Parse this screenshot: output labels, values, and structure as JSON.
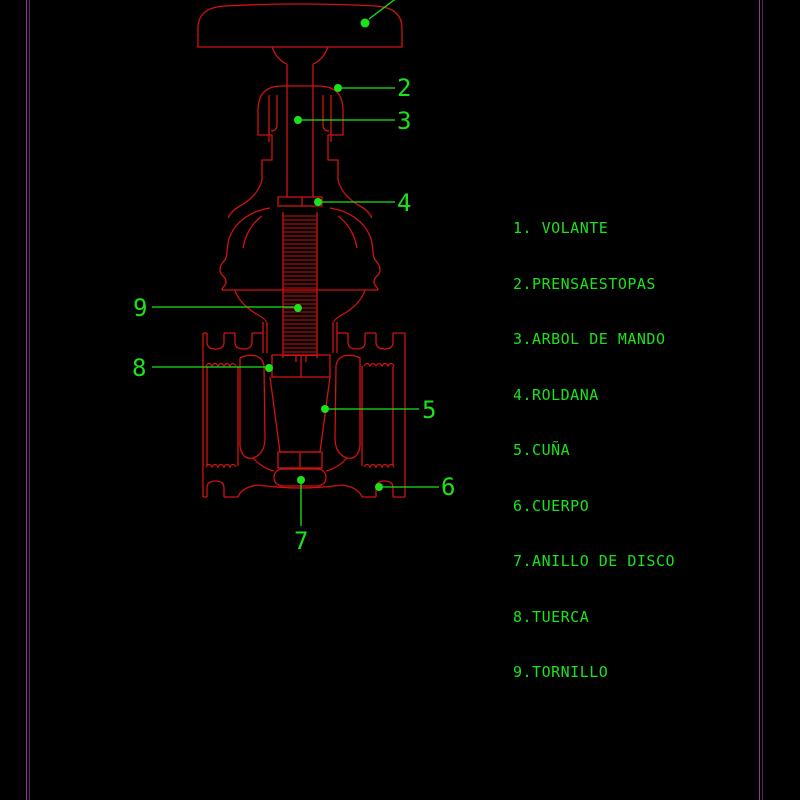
{
  "colors": {
    "background": "#000000",
    "line_red": "#d01212",
    "annotation_green": "#1be31b",
    "border_magenta_bright": "#8d3a96",
    "border_magenta_dark": "#5d2766"
  },
  "legend": {
    "items": [
      {
        "text": "1. VOLANTE"
      },
      {
        "text": "2.PRENSAESTOPAS"
      },
      {
        "text": "3.ARBOL DE MANDO"
      },
      {
        "text": "4.ROLDANA"
      },
      {
        "text": "5.CUÑA"
      },
      {
        "text": "6.CUERPO"
      },
      {
        "text": "7.ANILLO DE DISCO"
      },
      {
        "text": "8.TUERCA"
      },
      {
        "text": "9.TORNILLO"
      }
    ]
  },
  "callouts": [
    {
      "label": "2"
    },
    {
      "label": "3"
    },
    {
      "label": "4"
    },
    {
      "label": "5"
    },
    {
      "label": "6"
    },
    {
      "label": "7"
    },
    {
      "label": "8"
    },
    {
      "label": "9"
    }
  ]
}
